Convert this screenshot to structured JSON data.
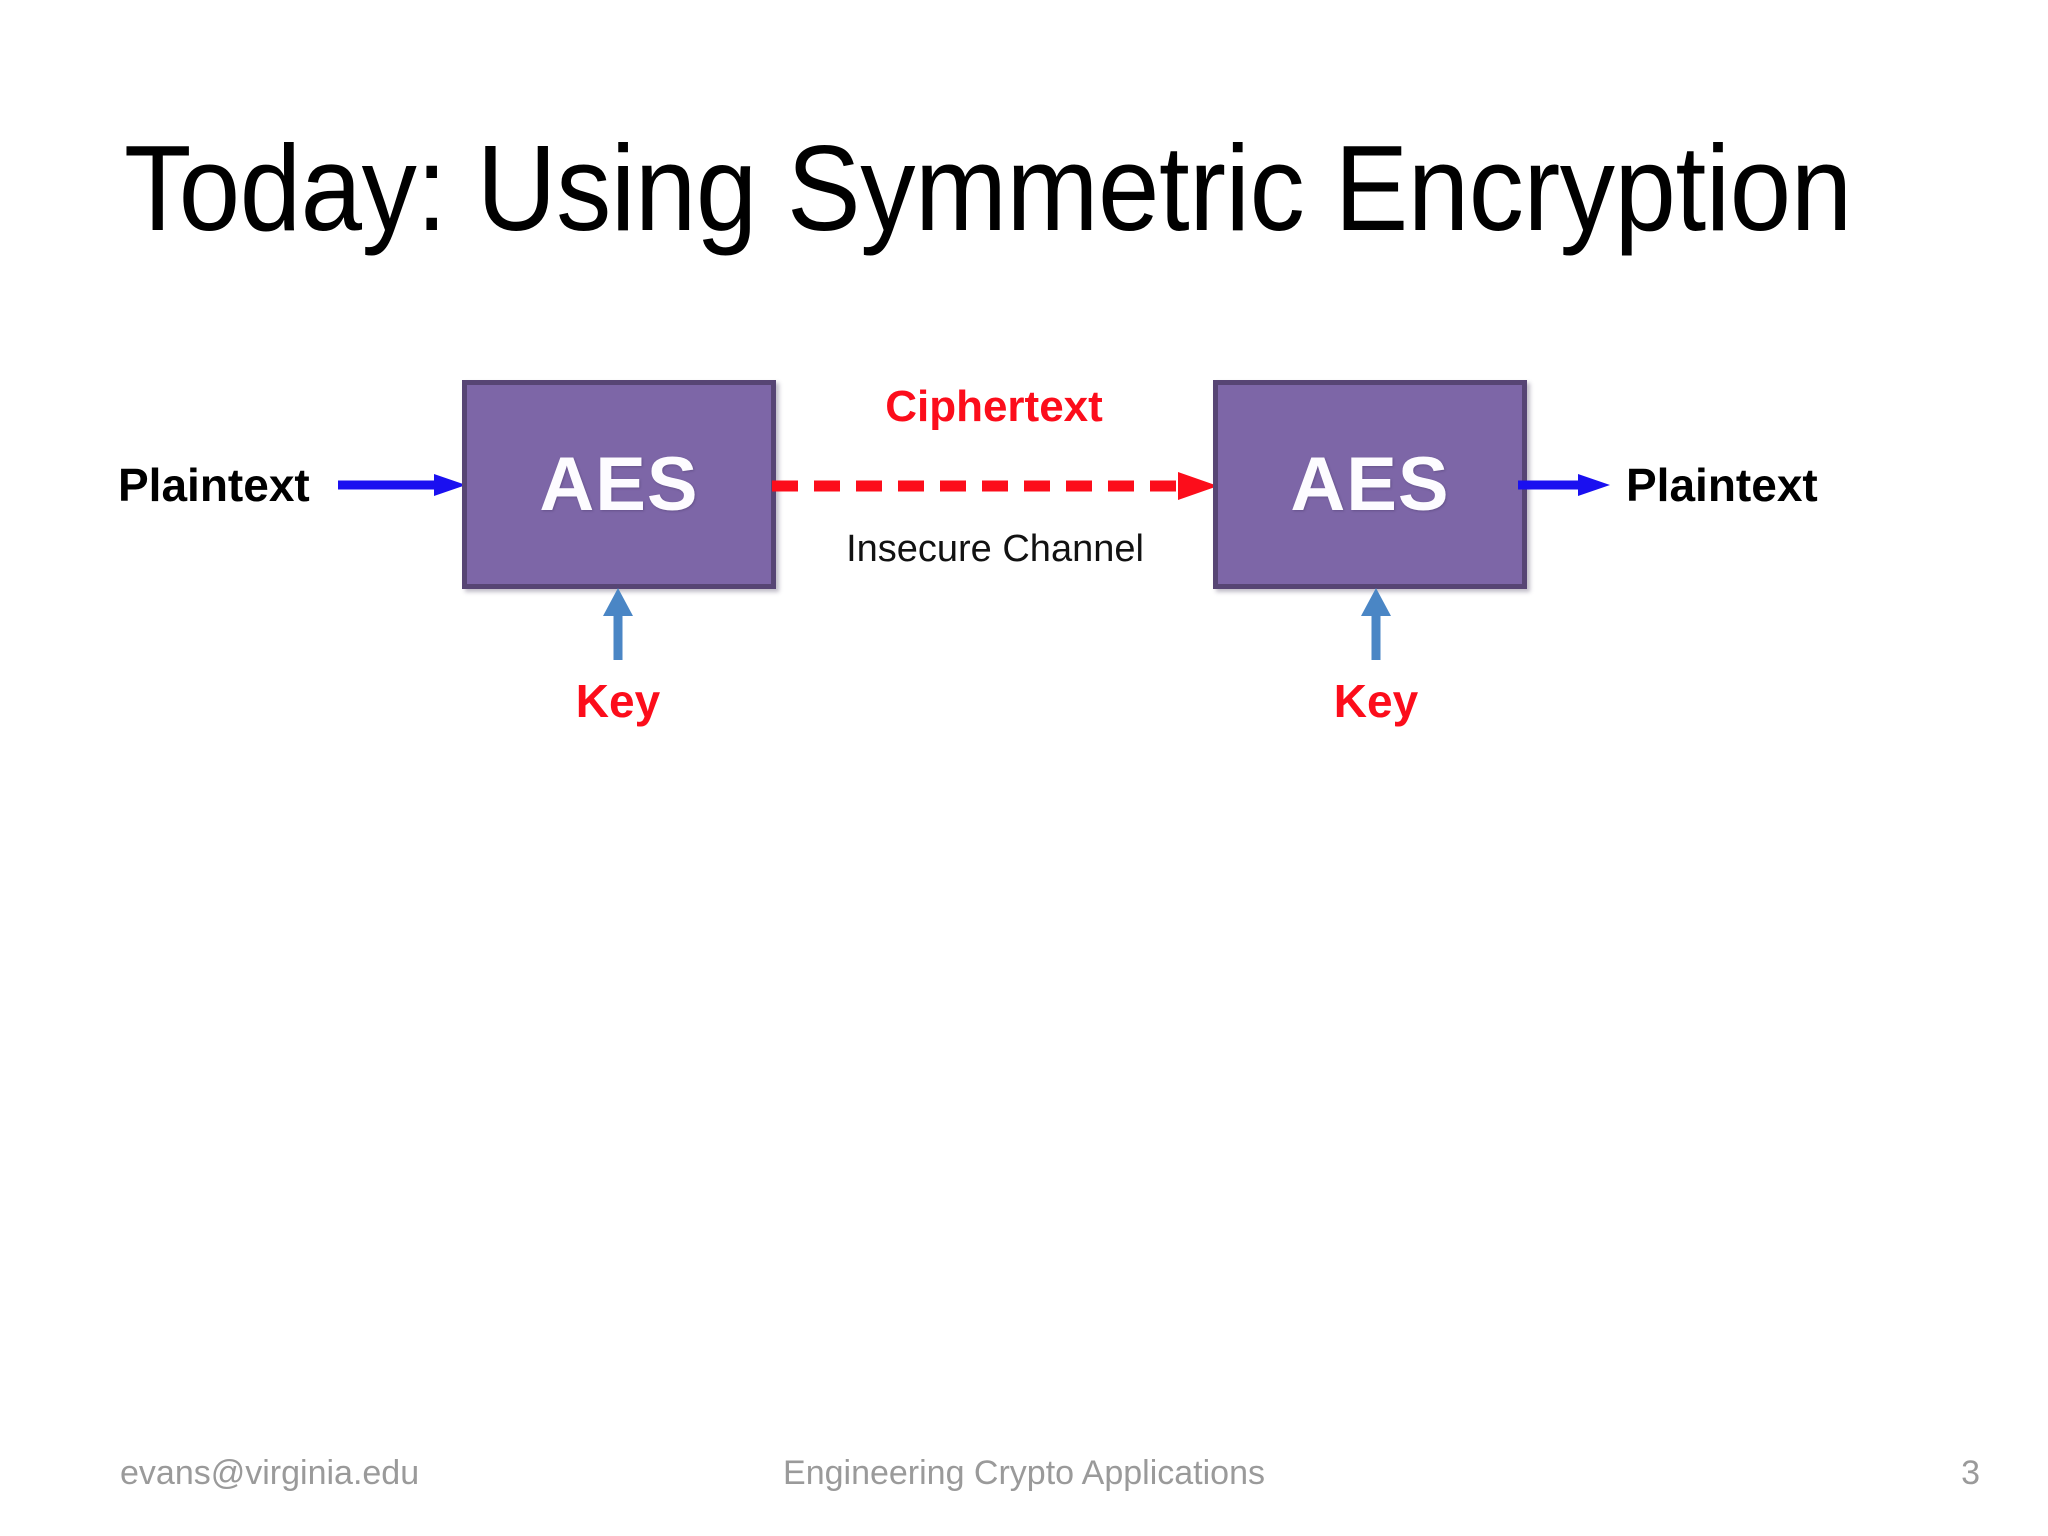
{
  "slide": {
    "title": "Today: Using Symmetric Encryption",
    "background_color": "#ffffff"
  },
  "diagram": {
    "type": "symmetric-encryption-flow",
    "boxes": [
      {
        "id": "encryptor",
        "label": "AES",
        "fill_color": "#7d66a7",
        "border_color": "#574574"
      },
      {
        "id": "decryptor",
        "label": "AES",
        "fill_color": "#7d66a7",
        "border_color": "#574574"
      }
    ],
    "labels": {
      "plaintext_in": "Plaintext",
      "plaintext_out": "Plaintext",
      "ciphertext": "Ciphertext",
      "insecure_channel": "Insecure Channel",
      "key_left": "Key",
      "key_right": "Key"
    },
    "arrows": [
      {
        "id": "plaintext-in-arrow",
        "style": "solid",
        "color": "#1a10f0",
        "direction": "right"
      },
      {
        "id": "ciphertext-arrow",
        "style": "dashed",
        "color": "#fc0d1b",
        "direction": "right"
      },
      {
        "id": "plaintext-out-arrow",
        "style": "solid",
        "color": "#1a10f0",
        "direction": "right"
      },
      {
        "id": "key-left-arrow",
        "style": "solid",
        "color": "#4a86c5",
        "direction": "up"
      },
      {
        "id": "key-right-arrow",
        "style": "solid",
        "color": "#4a86c5",
        "direction": "up"
      }
    ],
    "colors": {
      "box_fill": "#7d66a7",
      "box_border": "#574574",
      "accent_red": "#fc0d1b",
      "accent_blue": "#1a10f0",
      "key_blue": "#4a86c5",
      "text_black": "#000000",
      "footer_gray": "#9a9a9a"
    }
  },
  "footer": {
    "email": "evans@virginia.edu",
    "course": "Engineering Crypto Applications",
    "page_number": "3"
  }
}
